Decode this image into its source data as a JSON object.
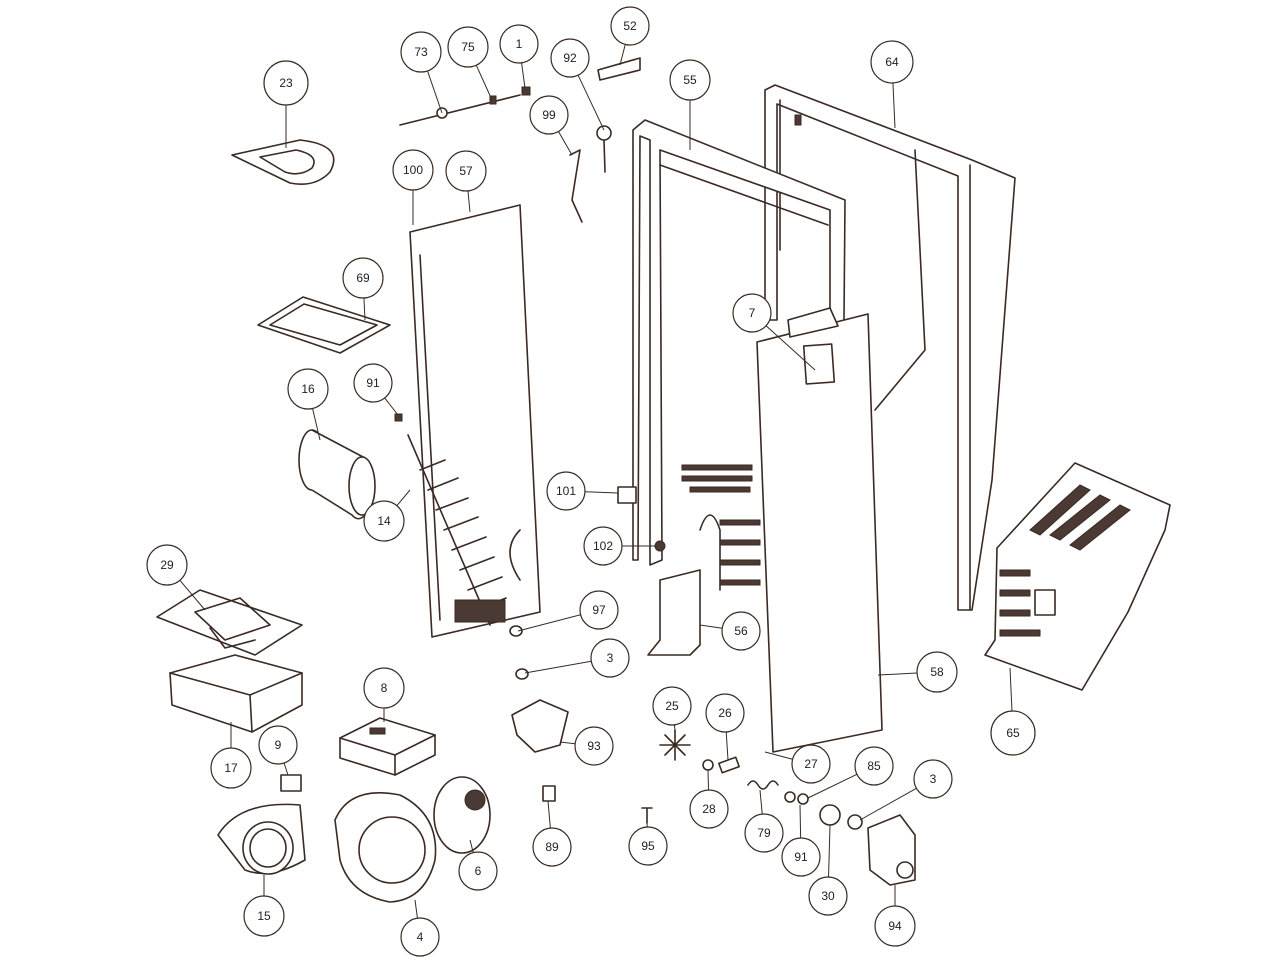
{
  "diagram": {
    "type": "exploded-parts-diagram",
    "callouts": [
      "23",
      "73",
      "75",
      "1",
      "92",
      "52",
      "55",
      "64",
      "99",
      "100",
      "57",
      "69",
      "7",
      "16",
      "91",
      "14",
      "101",
      "102",
      "29",
      "97",
      "56",
      "3",
      "58",
      "65",
      "8",
      "17",
      "25",
      "26",
      "9",
      "93",
      "27",
      "85",
      "3",
      "28",
      "79",
      "91",
      "89",
      "95",
      "6",
      "30",
      "15",
      "4",
      "94"
    ]
  }
}
